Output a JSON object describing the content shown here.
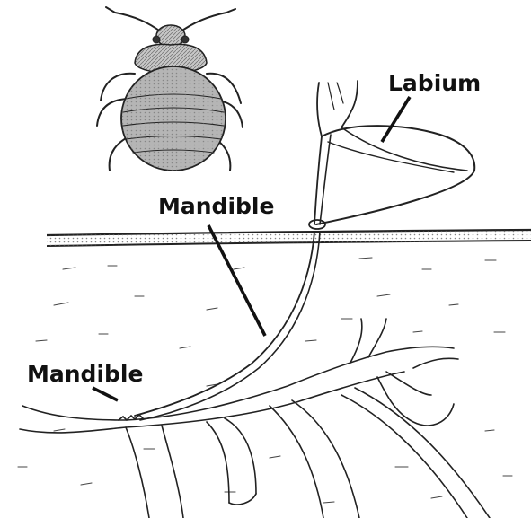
{
  "labels": {
    "labium": "Labium",
    "mandible_upper": "Mandible",
    "mandible_lower": "Mandible"
  },
  "colors": {
    "ink": "#111111",
    "skin": "#ffffff",
    "bug_body": "#b5b5b5"
  }
}
